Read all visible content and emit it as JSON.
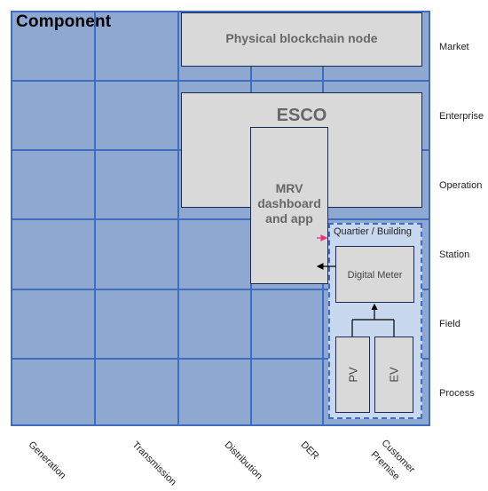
{
  "title": "Component",
  "boxes": {
    "blockchain": "Physical blockchain node",
    "esco": "ESCO",
    "mrv_lines": [
      "MRV",
      "dashboard",
      "and app"
    ],
    "quartier": "Quartier / Building",
    "meter": "Digital Meter",
    "pv": "PV",
    "ev": "EV"
  },
  "zones": [
    "Market",
    "Enterprise",
    "Operation",
    "Station",
    "Field",
    "Process"
  ],
  "domains": [
    "Generation",
    "Transmission",
    "Distribution",
    "DER",
    "Customer",
    "Premise"
  ],
  "colors": {
    "grid_fill": "#8fa8d2",
    "grid_line": "#3e6cbf",
    "box_fill": "#d9d9d9",
    "zone_fill": "#c8d8ef",
    "pink_arrow": "#e8327c"
  }
}
